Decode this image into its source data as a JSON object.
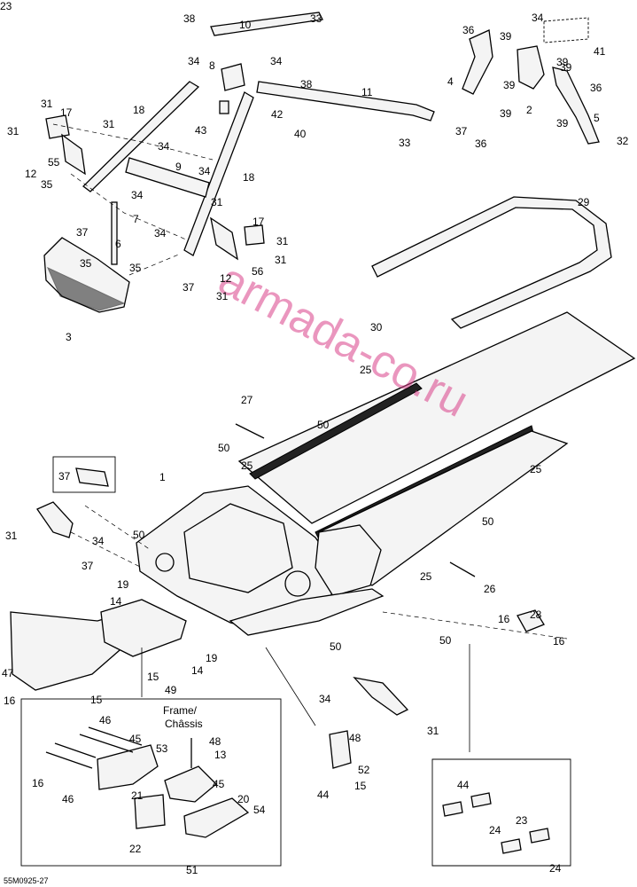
{
  "diagram": {
    "drawing_code": "55M0925-27",
    "inset_title": "Frame/",
    "inset_title_2": "Châssis",
    "watermark": "armada-co.ru"
  },
  "callouts": [
    {
      "id": "c38a",
      "text": "38"
    },
    {
      "id": "c10",
      "text": "10"
    },
    {
      "id": "c33a",
      "text": "33"
    },
    {
      "id": "c34a",
      "text": "34"
    },
    {
      "id": "c34b",
      "text": "34"
    },
    {
      "id": "c8",
      "text": "8"
    },
    {
      "id": "c38b",
      "text": "38"
    },
    {
      "id": "c11",
      "text": "11"
    },
    {
      "id": "c43",
      "text": "43"
    },
    {
      "id": "c42",
      "text": "42"
    },
    {
      "id": "c40",
      "text": "40"
    },
    {
      "id": "c33b",
      "text": "33"
    },
    {
      "id": "c31a",
      "text": "31"
    },
    {
      "id": "c17a",
      "text": "17"
    },
    {
      "id": "c18a",
      "text": "18"
    },
    {
      "id": "c31b",
      "text": "31"
    },
    {
      "id": "c31c",
      "text": "31"
    },
    {
      "id": "c34c",
      "text": "34"
    },
    {
      "id": "c55",
      "text": "55"
    },
    {
      "id": "c9",
      "text": "9"
    },
    {
      "id": "c12a",
      "text": "12"
    },
    {
      "id": "c34d",
      "text": "34"
    },
    {
      "id": "c35a",
      "text": "35"
    },
    {
      "id": "c18b",
      "text": "18"
    },
    {
      "id": "c34e",
      "text": "34"
    },
    {
      "id": "c37a",
      "text": "37"
    },
    {
      "id": "c7",
      "text": "7"
    },
    {
      "id": "c31d",
      "text": "31"
    },
    {
      "id": "c34f",
      "text": "34"
    },
    {
      "id": "c17b",
      "text": "17"
    },
    {
      "id": "c6",
      "text": "6"
    },
    {
      "id": "c31e",
      "text": "31"
    },
    {
      "id": "c35b",
      "text": "35"
    },
    {
      "id": "c35c",
      "text": "35"
    },
    {
      "id": "c31f",
      "text": "31"
    },
    {
      "id": "c56",
      "text": "56"
    },
    {
      "id": "c12b",
      "text": "12"
    },
    {
      "id": "c37b",
      "text": "37"
    },
    {
      "id": "c31g",
      "text": "31"
    },
    {
      "id": "c3",
      "text": "3"
    },
    {
      "id": "c34g",
      "text": "34"
    },
    {
      "id": "c36a",
      "text": "36"
    },
    {
      "id": "c39a",
      "text": "39"
    },
    {
      "id": "c41",
      "text": "41"
    },
    {
      "id": "c4",
      "text": "4"
    },
    {
      "id": "c39b",
      "text": "39"
    },
    {
      "id": "c39c",
      "text": "39"
    },
    {
      "id": "c36b",
      "text": "36"
    },
    {
      "id": "c39d",
      "text": "39"
    },
    {
      "id": "c2",
      "text": "2"
    },
    {
      "id": "c39e",
      "text": "39"
    },
    {
      "id": "c5",
      "text": "5"
    },
    {
      "id": "c37c",
      "text": "37"
    },
    {
      "id": "c39f",
      "text": "39"
    },
    {
      "id": "c36c",
      "text": "36"
    },
    {
      "id": "c32",
      "text": "32"
    },
    {
      "id": "c29",
      "text": "29"
    },
    {
      "id": "c30",
      "text": "30"
    },
    {
      "id": "c25a",
      "text": "25"
    },
    {
      "id": "c27",
      "text": "27"
    },
    {
      "id": "c50a",
      "text": "50"
    },
    {
      "id": "c50b",
      "text": "50"
    },
    {
      "id": "c25b",
      "text": "25"
    },
    {
      "id": "c25c",
      "text": "25"
    },
    {
      "id": "c37d",
      "text": "37"
    },
    {
      "id": "c1",
      "text": "1"
    },
    {
      "id": "c50c",
      "text": "50"
    },
    {
      "id": "c50d",
      "text": "50"
    },
    {
      "id": "c31h",
      "text": "31"
    },
    {
      "id": "c34h",
      "text": "34"
    },
    {
      "id": "c37e",
      "text": "37"
    },
    {
      "id": "c25d",
      "text": "25"
    },
    {
      "id": "c26",
      "text": "26"
    },
    {
      "id": "c19a",
      "text": "19"
    },
    {
      "id": "c14a",
      "text": "14"
    },
    {
      "id": "c16a",
      "text": "16"
    },
    {
      "id": "c28",
      "text": "28"
    },
    {
      "id": "c16b",
      "text": "16"
    },
    {
      "id": "c50e",
      "text": "50"
    },
    {
      "id": "c50f",
      "text": "50"
    },
    {
      "id": "c47",
      "text": "47"
    },
    {
      "id": "c19b",
      "text": "19"
    },
    {
      "id": "c15a",
      "text": "15"
    },
    {
      "id": "c14b",
      "text": "14"
    },
    {
      "id": "c49",
      "text": "49"
    },
    {
      "id": "c16c",
      "text": "16"
    },
    {
      "id": "c15b",
      "text": "15"
    },
    {
      "id": "c34i",
      "text": "34"
    },
    {
      "id": "c31i",
      "text": "31"
    },
    {
      "id": "c46a",
      "text": "46"
    },
    {
      "id": "c45a",
      "text": "45"
    },
    {
      "id": "c53",
      "text": "53"
    },
    {
      "id": "c48a",
      "text": "48"
    },
    {
      "id": "c13",
      "text": "13"
    },
    {
      "id": "c48b",
      "text": "48"
    },
    {
      "id": "c16d",
      "text": "16"
    },
    {
      "id": "c46b",
      "text": "46"
    },
    {
      "id": "c45b",
      "text": "45"
    },
    {
      "id": "c52",
      "text": "52"
    },
    {
      "id": "c21",
      "text": "21"
    },
    {
      "id": "c20",
      "text": "20"
    },
    {
      "id": "c54",
      "text": "54"
    },
    {
      "id": "c44a",
      "text": "44"
    },
    {
      "id": "c15c",
      "text": "15"
    },
    {
      "id": "c22",
      "text": "22"
    },
    {
      "id": "c51",
      "text": "51"
    },
    {
      "id": "c44b",
      "text": "44"
    },
    {
      "id": "c24a",
      "text": "24"
    },
    {
      "id": "c23a",
      "text": "23"
    },
    {
      "id": "c24b",
      "text": "24"
    },
    {
      "id": "c23b",
      "text": "23"
    }
  ]
}
